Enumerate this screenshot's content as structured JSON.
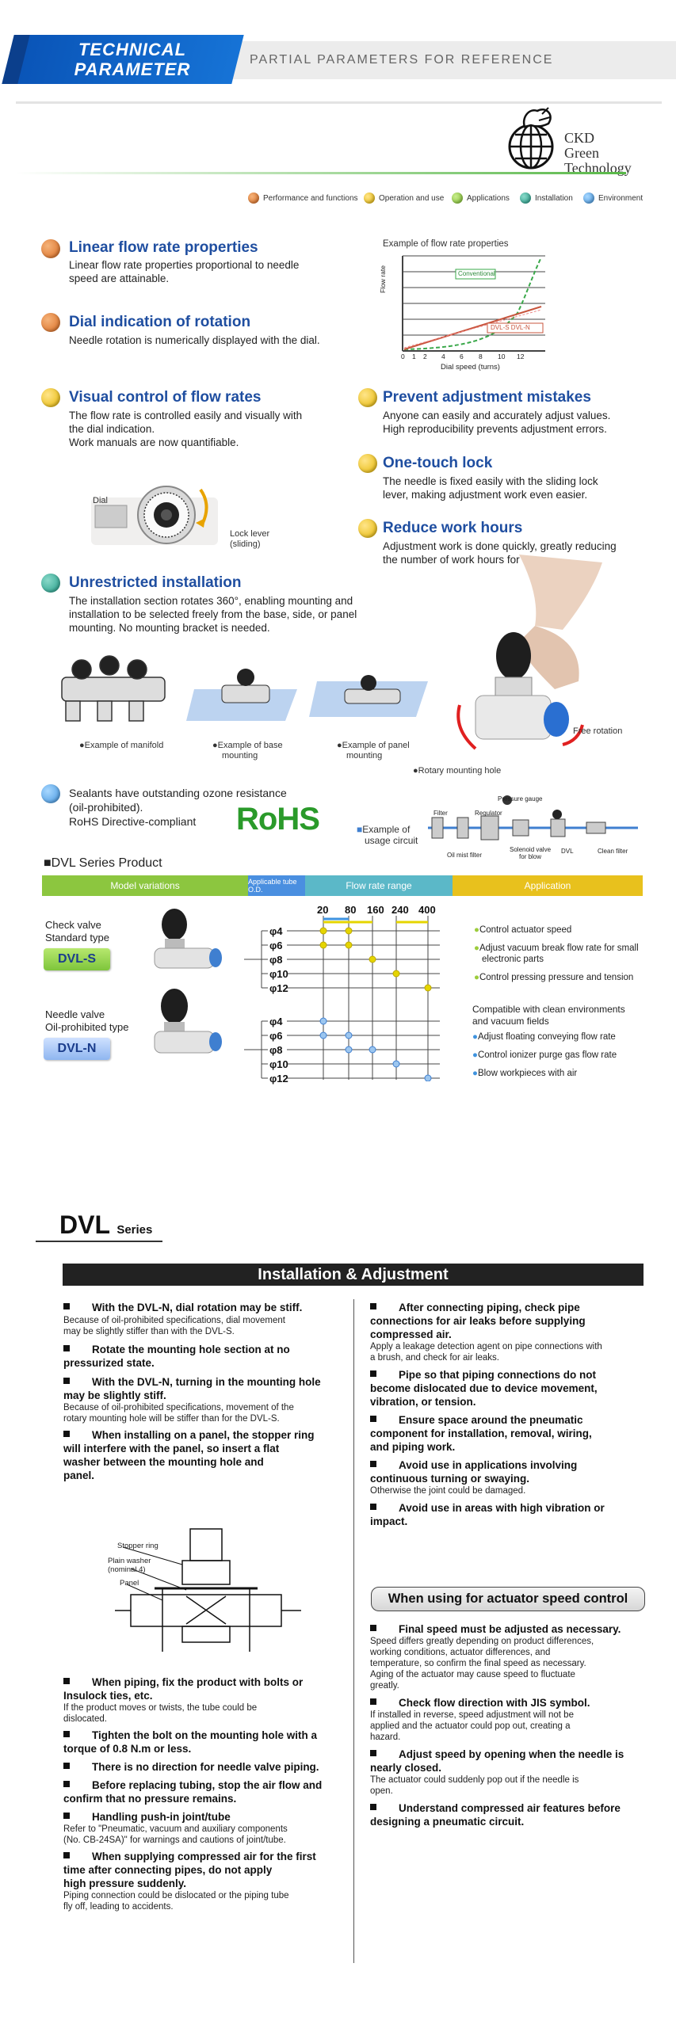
{
  "banner": {
    "title_line1": "TECHNICAL",
    "title_line2": "PARAMETER",
    "subtitle": "PARTIAL PARAMETERS FOR REFERENCE"
  },
  "logo": {
    "line1": "CKD",
    "line2": "Green",
    "line3": "Technology"
  },
  "legend": [
    {
      "label": "Performance and functions",
      "color": "#d8691f"
    },
    {
      "label": "Operation and use",
      "color": "#e5b500"
    },
    {
      "label": "Applications",
      "color": "#7dbf2c"
    },
    {
      "label": "Installation",
      "color": "#1f9b86"
    },
    {
      "label": "Environment",
      "color": "#3f93de"
    }
  ],
  "features": {
    "linear": {
      "title": "Linear flow rate properties",
      "text1": "Linear flow rate properties proportional to needle",
      "text2": "speed are attainable."
    },
    "dial": {
      "title": "Dial indication of rotation",
      "text1": "Needle rotation is numerically displayed with the dial."
    },
    "visual": {
      "title": "Visual control of flow rates",
      "text1": "The flow rate is controlled easily and visually with",
      "text2": "the dial indication.",
      "text3": "Work manuals are now quantifiable."
    },
    "prevent": {
      "title": "Prevent adjustment mistakes",
      "text1": "Anyone can easily and accurately adjust values.",
      "text2": "High reproducibility prevents adjustment errors."
    },
    "onetouch": {
      "title": "One-touch lock",
      "text1": "The needle is fixed easily with the sliding lock",
      "text2": "lever, making adjustment work even easier."
    },
    "reduce": {
      "title": "Reduce work hours",
      "text1": "Adjustment work is done quickly, greatly reducing",
      "text2": "the number of work hours for setup."
    },
    "unrestricted": {
      "title": "Unrestricted installation",
      "text1": "The installation section rotates 360°, enabling mounting and",
      "text2": "installation to be selected freely from the base, side, or panel",
      "text3": "mounting. No mounting bracket is needed."
    },
    "sealants": {
      "text1": "Sealants have outstanding ozone resistance",
      "text2": "(oil-prohibited).",
      "text3": "RoHS Directive-compliant"
    }
  },
  "flow_chart": {
    "title": "Example of flow rate properties",
    "ylabel": "Flow rate",
    "xlabel": "Dial speed (turns)",
    "ticks": [
      "0",
      "1",
      "2",
      "4",
      "6",
      "8",
      "10",
      "12"
    ],
    "series_conventional": "Conventional",
    "series_dvl": "DVL-S  DVL-N"
  },
  "dial_labels": {
    "dial": "Dial",
    "lock1": "Lock lever",
    "lock2": "(sliding)"
  },
  "mount_labels": {
    "manifold": "Example of manifold",
    "base1": "Example of base",
    "base2": "mounting",
    "panel1": "Example of panel",
    "panel2": "mounting",
    "free_rotation": "Free rotation",
    "rotary_hole": "Rotary mounting hole"
  },
  "rohs": "RoHS",
  "circuit": {
    "label1": "Example of",
    "label2": "usage circuit",
    "pressure_gauge": "Pressure gauge",
    "filter": "Filter",
    "regulator": "Regulator",
    "oil_mist": "Oil mist filter",
    "solenoid1": "Solenoid valve",
    "solenoid2": "for blow",
    "dvl": "DVL",
    "clean_filter": "Clean filter"
  },
  "product": {
    "heading": "■DVL Series Product",
    "header_model": "Model variations",
    "header_tube": "Applicable tube O.D.",
    "header_flow": "Flow rate range",
    "header_app": "Application",
    "flow_values": [
      "20",
      "80",
      "160",
      "240",
      "400"
    ],
    "sizes": [
      "φ4",
      "φ6",
      "φ8",
      "φ10",
      "φ12"
    ],
    "dvls": {
      "line1": "Check valve",
      "line2": "Standard type",
      "badge": "DVL-S",
      "apps": [
        "Control actuator speed",
        "Adjust vacuum break flow rate for small",
        "electronic parts",
        "Control pressing pressure and tension"
      ]
    },
    "dvln": {
      "line1": "Needle valve",
      "line2": "Oil-prohibited type",
      "badge": "DVL-N",
      "intro1": "Compatible with clean environments",
      "intro2": "and vacuum fields",
      "apps": [
        "Adjust floating conveying flow rate",
        "Control ionizer purge gas flow rate",
        "Blow workpieces with air"
      ]
    }
  },
  "series_title": {
    "main": "DVL",
    "sub": "Series"
  },
  "install": {
    "bar": "Installation & Adjustment",
    "left": [
      {
        "head1": "With the DVL-N, dial rotation may be stiff.",
        "sub1": "Because of oil-prohibited specifications, dial movement",
        "sub2": "may be slightly stiffer than with the DVL-S."
      },
      {
        "head1": "Rotate the mounting hole section at no",
        "head2": "pressurized state."
      },
      {
        "head1": "With the DVL-N, turning in the mounting hole",
        "head2": "may be slightly stiff.",
        "sub1": "Because of oil-prohibited specifications, movement of the",
        "sub2": "rotary mounting hole will be stiffer than for the DVL-S."
      },
      {
        "head1": "When installing on a panel, the stopper ring",
        "head2": "will interfere with the panel, so insert a flat",
        "head3": "washer between the mounting hole and",
        "head4": "panel."
      }
    ],
    "diagram": {
      "stopper": "Stopper ring",
      "washer1": "Plain washer",
      "washer2": "(nominal 4)",
      "panel": "Panel"
    },
    "left2": [
      {
        "head1": "When piping, fix the product with bolts or",
        "head2": "Insulock ties, etc.",
        "sub1": "If the product moves or twists, the tube could be",
        "sub2": "dislocated."
      },
      {
        "head1": "Tighten the bolt on the mounting hole with a",
        "head2": "torque of 0.8 N.m or less."
      },
      {
        "head1": "There is no direction for needle valve piping."
      },
      {
        "head1": "Before replacing tubing, stop the air flow and",
        "head2": "confirm that no pressure remains."
      },
      {
        "head1": "Handling push-in joint/tube",
        "sub1": "Refer to \"Pneumatic, vacuum and auxiliary components",
        "sub2": "(No. CB-24SA)\" for warnings and cautions of joint/tube."
      },
      {
        "head1": "When supplying compressed air for the first",
        "head2": "time after connecting pipes, do not apply",
        "head3": "high pressure suddenly.",
        "sub1": "Piping connection could be dislocated or the piping tube",
        "sub2": "fly off, leading to accidents."
      }
    ],
    "right": [
      {
        "head1": "After connecting piping, check pipe",
        "head2": "connections for air leaks before supplying",
        "head3": "compressed air.",
        "sub1": "Apply a leakage detection agent on pipe connections with",
        "sub2": "a brush, and check for air leaks."
      },
      {
        "head1": "Pipe so that piping connections do not",
        "head2": "become dislocated due to device movement,",
        "head3": "vibration, or tension."
      },
      {
        "head1": "Ensure space around the pneumatic",
        "head2": "component for installation, removal, wiring,",
        "head3": "and piping work."
      },
      {
        "head1": "Avoid use in applications involving",
        "head2": "continuous turning or swaying.",
        "sub1": "Otherwise the joint could be damaged."
      },
      {
        "head1": "Avoid use in areas with high vibration or",
        "head2": "impact."
      }
    ],
    "speed_box": "When using for actuator speed control",
    "right2": [
      {
        "head1": "Final speed must be adjusted as necessary.",
        "sub1": "Speed differs greatly depending on product differences,",
        "sub2": "working conditions, actuator differences, and",
        "sub3": "temperature, so confirm the final speed as necessary.",
        "sub4": "Aging of the actuator may cause speed to fluctuate",
        "sub5": "greatly."
      },
      {
        "head1": "Check flow direction with JIS symbol.",
        "sub1": "If installed in reverse, speed adjustment will not be",
        "sub2": "applied and the actuator could pop out, creating a",
        "sub3": "hazard."
      },
      {
        "head1": "Adjust speed by opening when the needle is",
        "head2": "nearly closed.",
        "sub1": "The actuator could suddenly pop out if the needle is",
        "sub2": "open."
      },
      {
        "head1": "Understand compressed air features before",
        "head2": "designing a pneumatic circuit."
      }
    ]
  }
}
